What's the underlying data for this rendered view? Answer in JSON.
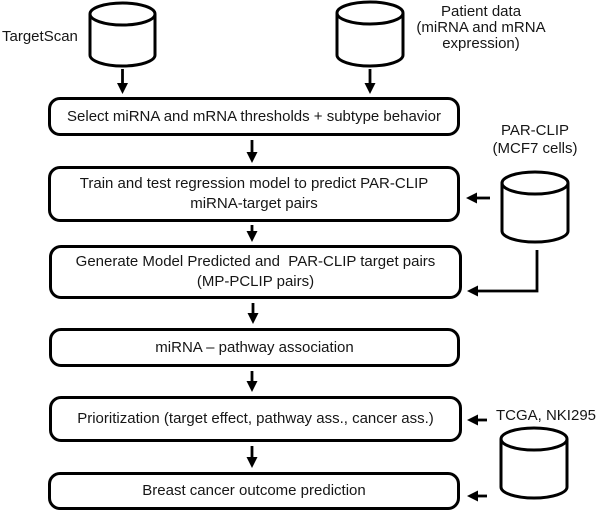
{
  "diagram": {
    "background_color": "#ffffff",
    "stroke_color": "#000000",
    "text_color": "#161616",
    "datastores": [
      {
        "id": "targetscan",
        "label": "TargetScan"
      },
      {
        "id": "patient-data",
        "label": "Patient data\n(miRNA and mRNA\nexpression)"
      },
      {
        "id": "par-clip",
        "label": "PAR-CLIP\n(MCF7 cells)"
      },
      {
        "id": "tcga-nki295",
        "label": "TCGA, NKI295"
      }
    ],
    "steps": [
      {
        "id": "select-thresholds",
        "label": "Select miRNA and mRNA thresholds + subtype behavior"
      },
      {
        "id": "train-test-model",
        "label": "Train and test regression model to predict PAR-CLIP\nmiRNA-target pairs"
      },
      {
        "id": "generate-pairs",
        "label": "Generate Model Predicted and  PAR-CLIP target pairs\n(MP-PCLIP pairs)"
      },
      {
        "id": "pathway-association",
        "label": "miRNA – pathway association"
      },
      {
        "id": "prioritization",
        "label": "Prioritization (target effect, pathway ass., cancer ass.)"
      },
      {
        "id": "outcome-prediction",
        "label": "Breast cancer outcome prediction"
      }
    ]
  }
}
